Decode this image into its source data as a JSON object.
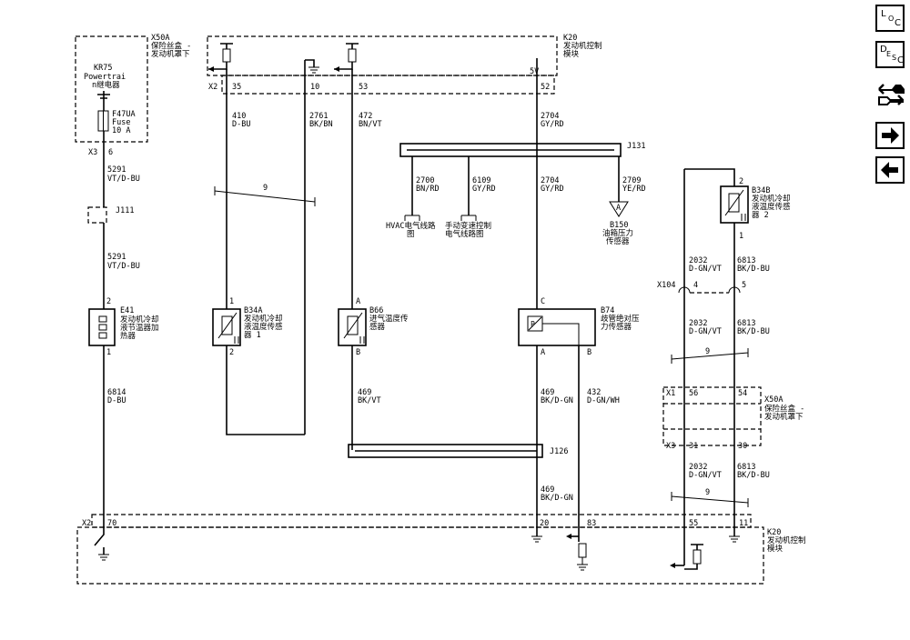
{
  "nav": {
    "loc": {
      "l": "L",
      "o": "O",
      "c": "C"
    },
    "desc": {
      "d": "D",
      "e": "E",
      "s": "S",
      "c": "C"
    }
  },
  "modules": {
    "x50a_top": [
      "X50A",
      "保险丝盒 -",
      "发动机罩下"
    ],
    "k20_top": [
      "K20",
      "发动机控制",
      "模块"
    ],
    "k20_bottom": [
      "K20",
      "发动机控制",
      "模块"
    ],
    "x50a_right": [
      "X50A",
      "保险丝盒 -",
      "发动机罩下"
    ],
    "kr75": [
      "KR75",
      "Powertrai",
      "n继电器"
    ],
    "fuse": [
      "F47UA",
      "Fuse",
      "10 A"
    ]
  },
  "connectors": {
    "x2_top": "X2",
    "x3_left": "X3",
    "x2_bottom": "X2",
    "x104": "X104",
    "x1_right": "X1",
    "x3_right": "X3",
    "j111": "J111",
    "j131": "J131",
    "j126": "J126"
  },
  "pins": {
    "k20_35": "35",
    "k20_10": "10",
    "k20_53": "53",
    "k20_52": "52",
    "k20_5v": "5V",
    "x3_6": "6",
    "x2_70": "70",
    "k20_20": "20",
    "k20_83": "83",
    "k20_55": "55",
    "k20_11": "11",
    "e41_2": "2",
    "e41_1": "1",
    "b34a_1": "1",
    "b34a_2": "2",
    "b66_a": "A",
    "b66_b": "B",
    "b74_c": "C",
    "b74_a": "A",
    "b74_b": "B",
    "b34b_2": "2",
    "b34b_1": "1",
    "x104_4": "4",
    "x104_5": "5",
    "x1_56": "56",
    "x1_54": "54",
    "x3_31": "31",
    "x3_30": "30"
  },
  "wires": {
    "w5291a": [
      "5291",
      "VT/D-BU"
    ],
    "w5291b": [
      "5291",
      "VT/D-BU"
    ],
    "w6814": [
      "6814",
      "D-BU"
    ],
    "w410": [
      "410",
      "D-BU"
    ],
    "w2761": [
      "2761",
      "BK/BN"
    ],
    "w472": [
      "472",
      "BN/VT"
    ],
    "w2704a": [
      "2704",
      "GY/RD"
    ],
    "w2704b": [
      "2704",
      "GY/RD"
    ],
    "w2700": [
      "2700",
      "BN/RD"
    ],
    "w6109": [
      "6109",
      "GY/RD"
    ],
    "w2709": [
      "2709",
      "YE/RD"
    ],
    "w469a": [
      "469",
      "BK/VT"
    ],
    "w469b": [
      "469",
      "BK/D-GN"
    ],
    "w469c": [
      "469",
      "BK/D-GN"
    ],
    "w432": [
      "432",
      "D-GN/WH"
    ],
    "w2032a": [
      "2032",
      "D-GN/VT"
    ],
    "w6813a": [
      "6813",
      "BK/D-BU"
    ],
    "w2032b": [
      "2032",
      "D-GN/VT"
    ],
    "w6813b": [
      "6813",
      "BK/D-BU"
    ],
    "w2032c": [
      "2032",
      "D-GN/VT"
    ],
    "w6813c": [
      "6813",
      "BK/D-BU"
    ]
  },
  "twisted": {
    "t1": "9",
    "t2": "9",
    "t3": "9"
  },
  "components": {
    "e41": [
      "E41",
      "发动机冷却",
      "液节温器加",
      "热器"
    ],
    "b34a": [
      "B34A",
      "发动机冷却",
      "液温度传感",
      "器 1"
    ],
    "b66": [
      "B66",
      "进气温度传",
      "感器"
    ],
    "b74": [
      "B74",
      "歧管绝对压",
      "力传感器"
    ],
    "b34b": [
      "B34B",
      "发动机冷却",
      "液温度传感",
      "器 2"
    ],
    "b150": [
      "B150",
      "油箱压力",
      "传感器"
    ],
    "hvac": [
      "HVAC电气线路",
      "图"
    ],
    "trans": [
      "手动变速控制",
      "电气线路图"
    ],
    "b150_letter": "A"
  }
}
